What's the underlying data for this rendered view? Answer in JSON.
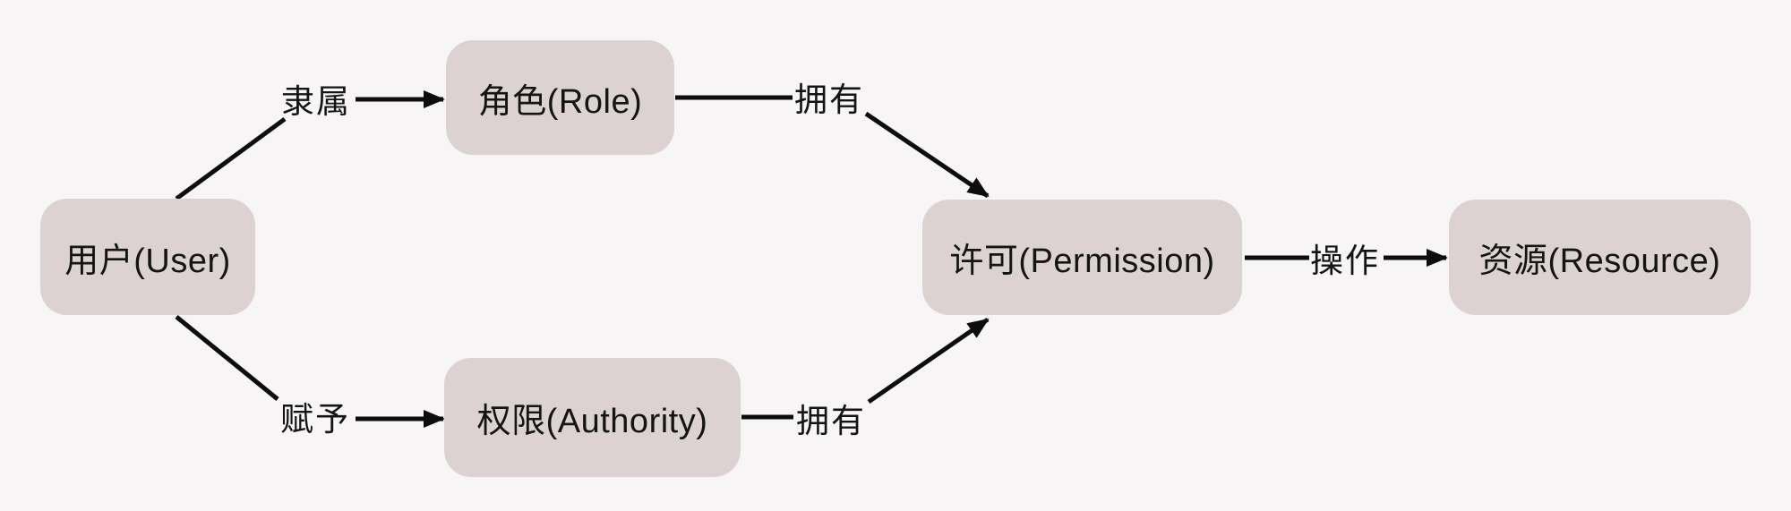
{
  "diagram": {
    "background_color": "#f7f5f5",
    "node_fill_color": "#dcd2d2",
    "line_color": "#0d0d0d",
    "text_color": "#141414",
    "nodes": [
      {
        "id": "user",
        "label": "用户(User)"
      },
      {
        "id": "role",
        "label": "角色(Role)"
      },
      {
        "id": "authority",
        "label": "权限(Authority)"
      },
      {
        "id": "permission",
        "label": "许可(Permission)"
      },
      {
        "id": "resource",
        "label": "资源(Resource)"
      }
    ],
    "edges": [
      {
        "from": "user",
        "to": "role",
        "label": "隶属"
      },
      {
        "from": "role",
        "to": "permission",
        "label": "拥有"
      },
      {
        "from": "user",
        "to": "authority",
        "label": "赋予"
      },
      {
        "from": "authority",
        "to": "permission",
        "label": "拥有"
      },
      {
        "from": "permission",
        "to": "resource",
        "label": "操作"
      }
    ]
  }
}
